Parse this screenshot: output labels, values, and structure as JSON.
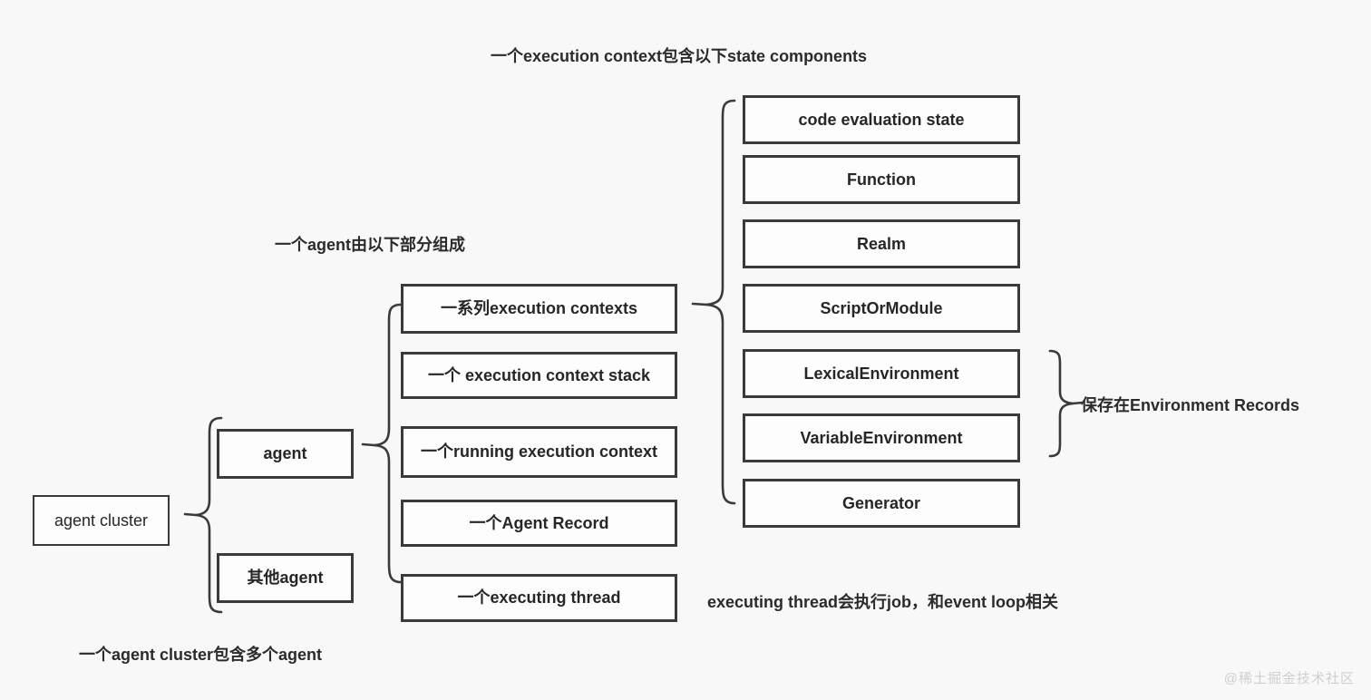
{
  "diagram": {
    "title_top": "一个execution context包含以下state components",
    "caption_agent": "一个agent由以下部分组成",
    "caption_cluster": "一个agent cluster包含多个agent",
    "caption_thread": "executing thread会执行job，和event loop相关",
    "caption_env_records": "保存在Environment Records",
    "watermark": "@稀土掘金技术社区",
    "colors": {
      "background": "#f8f8f8",
      "box_border": "#3a3a3a",
      "box_fill": "#fdfdfd",
      "text": "#262626",
      "watermark": "#cfcfcf"
    },
    "cluster_column": [
      {
        "label": "agent cluster"
      }
    ],
    "agent_column": [
      {
        "label": "agent"
      },
      {
        "label": "其他agent"
      }
    ],
    "agent_parts_column": [
      {
        "label": "一系列execution contexts"
      },
      {
        "label": "一个 execution context stack"
      },
      {
        "label": "一个running execution context"
      },
      {
        "label": "一个Agent Record"
      },
      {
        "label": "一个executing thread"
      }
    ],
    "state_components_column": [
      {
        "label": "code evaluation state"
      },
      {
        "label": "Function"
      },
      {
        "label": "Realm"
      },
      {
        "label": "ScriptOrModule"
      },
      {
        "label": "LexicalEnvironment"
      },
      {
        "label": "VariableEnvironment"
      },
      {
        "label": "Generator"
      }
    ]
  }
}
